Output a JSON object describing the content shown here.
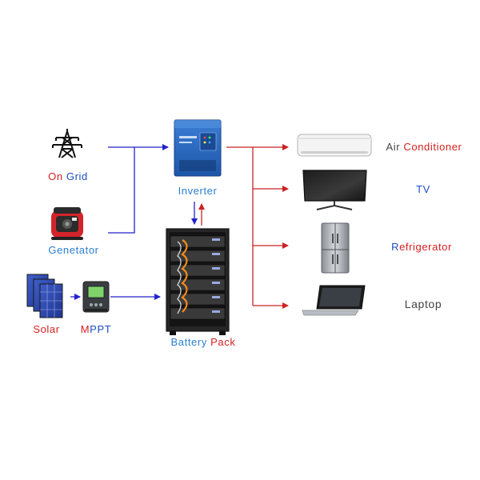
{
  "labels": {
    "on_grid": [
      {
        "text": "On ",
        "color": "#d42020"
      },
      {
        "text": "Grid",
        "color": "#1a4fbf"
      }
    ],
    "genetator": [
      {
        "text": "Genetator",
        "color": "#2a7fd0"
      }
    ],
    "solar": [
      {
        "text": "Solar",
        "color": "#d42020"
      }
    ],
    "mppt": [
      {
        "text": "M",
        "color": "#d42020"
      },
      {
        "text": "PPT",
        "color": "#1a4fbf"
      }
    ],
    "inverter": [
      {
        "text": "Inverter",
        "color": "#2a7fd0"
      }
    ],
    "battery_pack": [
      {
        "text": "Battery ",
        "color": "#2a7fd0"
      },
      {
        "text": "Pack",
        "color": "#d42020"
      }
    ],
    "air_conditioner": [
      {
        "text": "Air ",
        "color": "#444444"
      },
      {
        "text": "Conditioner",
        "color": "#d42020"
      }
    ],
    "tv": [
      {
        "text": "TV",
        "color": "#1a4fbf"
      }
    ],
    "refrigerator": [
      {
        "text": "R",
        "color": "#1a4fbf"
      },
      {
        "text": "efrigerator",
        "color": "#d42020"
      }
    ],
    "laptop": [
      {
        "text": "Laptop",
        "color": "#444444"
      }
    ]
  },
  "colors": {
    "input_arrow": "#2222cc",
    "output_arrow": "#cc2222"
  }
}
